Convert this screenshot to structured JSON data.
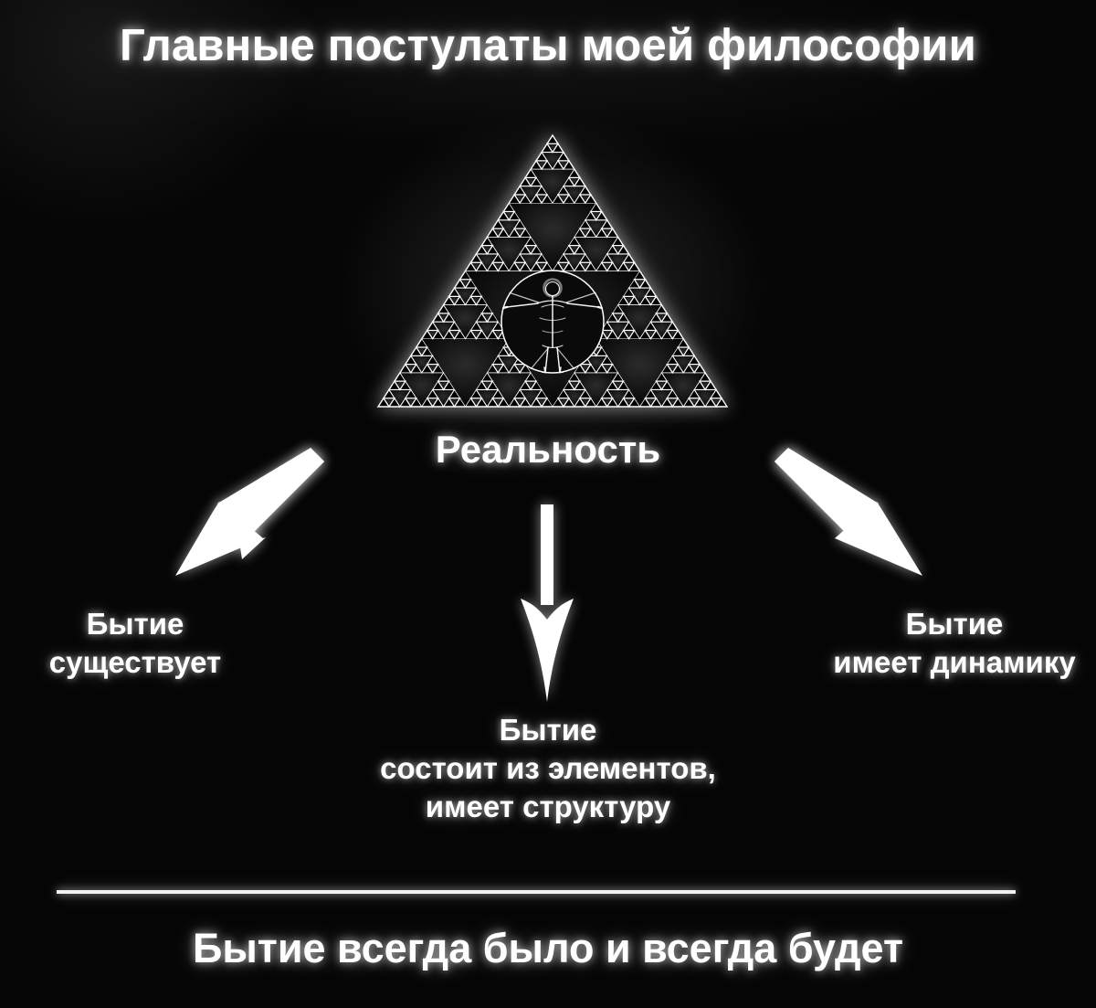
{
  "theme": {
    "background_color": "#000000",
    "text_color": "#ffffff",
    "accent_color": "#ffffff",
    "glow_color": "#ffffff"
  },
  "header": {
    "title": "Главные постулаты моей философии"
  },
  "diagram": {
    "root": {
      "label": "Реальность",
      "graphic_name": "sierpinski-triangle-fractal",
      "inner_graphic_name": "vitruvian-man-icon"
    },
    "branches": [
      {
        "id": "being-exists",
        "arrow_name": "arrow-down-left",
        "lines": [
          "Бытие",
          "существует"
        ]
      },
      {
        "id": "being-has-structure",
        "arrow_name": "arrow-down",
        "lines": [
          "Бытие",
          "состоит из элементов,",
          "имеет структуру"
        ]
      },
      {
        "id": "being-has-dynamics",
        "arrow_name": "arrow-down-right",
        "lines": [
          "Бытие",
          "имеет динамику"
        ]
      }
    ]
  },
  "footer": {
    "divider_name": "horizontal-rule",
    "axiom": "Бытие всегда было и всегда будет"
  },
  "chart_data": {
    "type": "diagram",
    "title": "Главные постулаты моей философии",
    "center_node": "Реальность",
    "leaf_nodes": [
      "Бытие существует",
      "Бытие состоит из элементов, имеет структуру",
      "Бытие имеет динамику"
    ],
    "conclusion": "Бытие всегда было и всегда будет"
  }
}
